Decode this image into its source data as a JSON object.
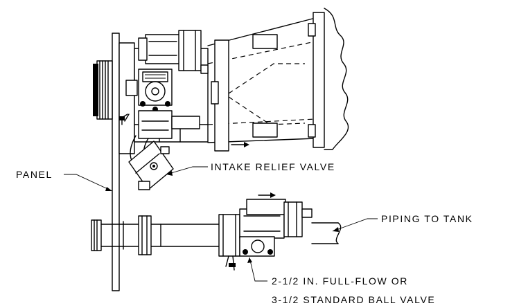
{
  "labels": {
    "panel": "PANEL",
    "intake_relief_valve": "INTAKE RELIEF VALVE",
    "piping_to_tank": "PIPING TO TANK",
    "ball_valve_line1": "2-1/2 IN. FULL-FLOW OR",
    "ball_valve_line2": "3-1/2 STANDARD BALL VALVE"
  }
}
